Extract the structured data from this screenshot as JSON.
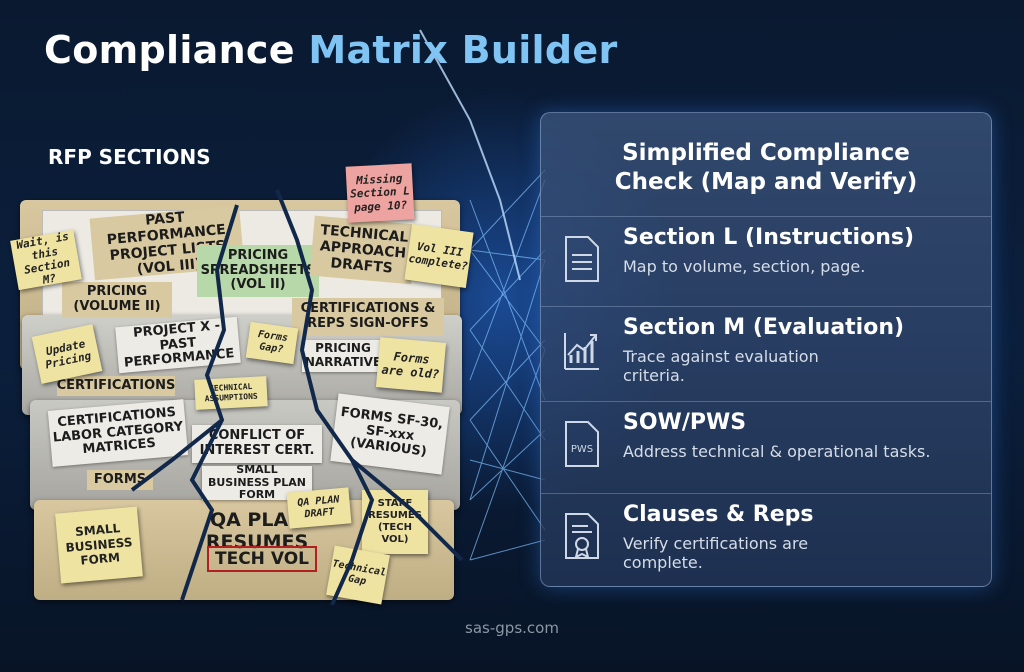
{
  "title": {
    "part1": "Compliance",
    "part2": "Matrix Builder"
  },
  "left_heading": "RFP SECTIONS",
  "folder_labels": {
    "past_perf": "PAST PERFORMANCE PROJECT LISTS (VOL III)",
    "pricing_vol": "PRICING (VOLUME II)",
    "pricing_sheets": "PRICING SPREADSHEETS (VOL II)",
    "tech_approach": "TECHNICAL APPROACH DRAFTS",
    "cert_reps": "CERTIFICATIONS & REPS SIGN-OFFS",
    "pricing_narr": "PRICING NARRATIVE",
    "project_x": "PROJECT X - PAST PERFORMANCE",
    "certs_tab": "CERTIFICATIONS",
    "cert_labor": "CERTIFICATIONS LABOR CATEGORY MATRICES",
    "coi": "CONFLICT OF INTEREST CERT.",
    "sb_plan": "SMALL BUSINESS PLAN FORM",
    "forms_sf": "FORMS SF-30, SF-xxx (VARIOUS)",
    "forms_tab": "FORMS",
    "qa_resumes": "QA PLAN RESUMES",
    "tech_vol_stamp": "TECH VOL"
  },
  "sticky_notes": {
    "wait": "Wait, is this Section M?",
    "missing": "Missing Section L page 10?",
    "vol3": "Vol III complete?",
    "update": "Update Pricing",
    "forms_gap": "Forms Gap?",
    "forms_old": "Forms are old?",
    "tech_assume": "TECHNICAL ASSUMPTIONS",
    "sb_form": "SMALL BUSINESS FORM",
    "qa_draft": "QA PLAN DRAFT",
    "staff": "STAFF RESUMES (TECH VOL)",
    "tech_gap": "Technical Gap"
  },
  "panel": {
    "heading_line1": "Simplified Compliance",
    "heading_line2": "Check (Map and Verify)",
    "rows": [
      {
        "title": "Section L (Instructions)",
        "desc": "Map to volume, section, page.",
        "icon": "document-icon"
      },
      {
        "title": "Section M (Evaluation)",
        "desc": "Trace against evaluation criteria.",
        "icon": "chart-trend-icon"
      },
      {
        "title": "SOW/PWS",
        "desc": "Address technical & operational tasks.",
        "icon": "pws-document-icon",
        "icon_text": "PWS"
      },
      {
        "title": "Clauses & Reps",
        "desc": "Verify certifications are complete.",
        "icon": "certificate-icon"
      }
    ]
  },
  "footer": "sas-gps.com",
  "colors": {
    "accent": "#7fc4f2",
    "background": "#0b1f3d",
    "sticky": "#efe3a2",
    "sticky_pink": "#eda3a0",
    "stamp": "#b02020"
  }
}
